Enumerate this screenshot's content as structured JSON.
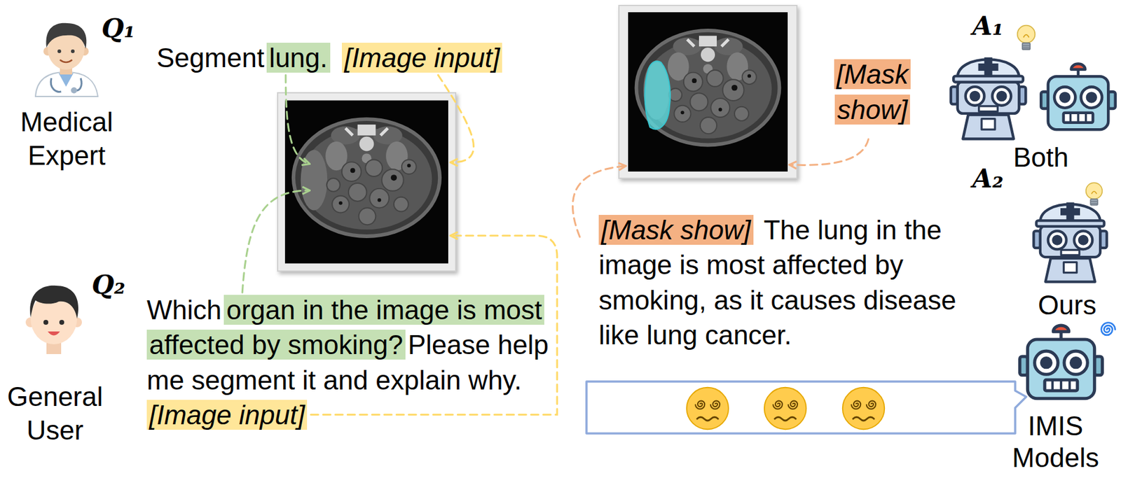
{
  "diagram": {
    "nodes": [
      {
        "text": [
          "Segment",
          "lung.",
          "[Image input]"
        ]
      },
      {
        "text": [
          "[Mask show]"
        ]
      },
      {
        "text": [
          "[Mask show]",
          "The lung in the image is most affected by smoking, as it causes disease like lung cancer."
        ]
      },
      {
        "text": [
          "Which",
          "organ in the image is most affected by smoking?",
          "Please help me segment it and explain why.",
          "[Image input]"
        ]
      }
    ],
    "labels": [
      "Q₁",
      "Medical Expert",
      "A₁",
      "Both",
      "A₂",
      "Ours",
      "Q₂",
      "General User",
      "IMIS Models"
    ]
  }
}
